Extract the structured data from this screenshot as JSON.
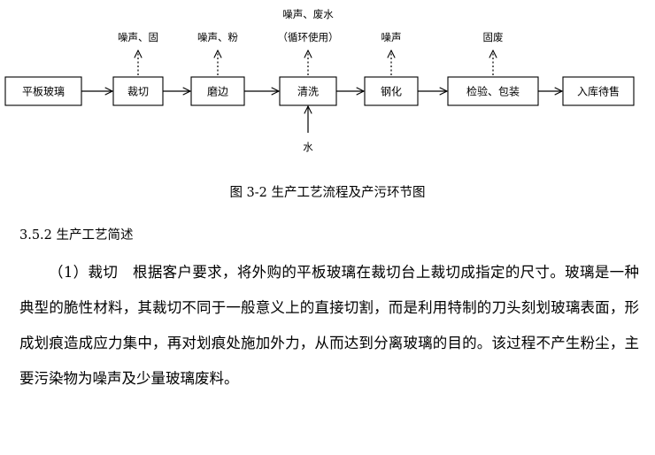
{
  "flow": {
    "steps": [
      {
        "id": "s0",
        "label": "平板玻璃"
      },
      {
        "id": "s1",
        "label": "裁切"
      },
      {
        "id": "s2",
        "label": "磨边"
      },
      {
        "id": "s3",
        "label": "清洗"
      },
      {
        "id": "s4",
        "label": "钢化"
      },
      {
        "id": "s5",
        "label": "检验、包装"
      },
      {
        "id": "s6",
        "label": "入库待售"
      }
    ],
    "emissions": [
      {
        "step": "s1",
        "lines": [
          "噪声、固"
        ]
      },
      {
        "step": "s2",
        "lines": [
          "噪声、粉"
        ]
      },
      {
        "step": "s3",
        "lines": [
          "噪声、废水",
          "（循环使用）"
        ]
      },
      {
        "step": "s4",
        "lines": [
          "噪声"
        ]
      },
      {
        "step": "s5",
        "lines": [
          "固废"
        ]
      }
    ],
    "inputs": [
      {
        "step": "s3",
        "label": "水"
      }
    ]
  },
  "caption": "图 3-2 生产工艺流程及产污环节图",
  "section_title": "3.5.2 生产工艺简述",
  "paragraph": "（1）裁切　根据客户要求，将外购的平板玻璃在裁切台上裁切成指定的尺寸。玻璃是一种典型的脆性材料，其裁切不同于一般意义上的直接切割，而是利用特制的刀头刻划玻璃表面，形成划痕造成应力集中，再对划痕处施加外力，从而达到分离玻璃的目的。该过程不产生粉尘，主要污染物为噪声及少量玻璃废料。"
}
